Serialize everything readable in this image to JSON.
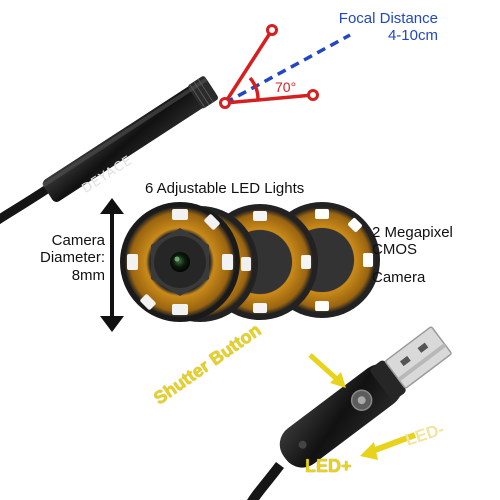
{
  "labels": {
    "focal_distance": "Focal Distance",
    "focal_range": "4-10cm",
    "view_angle": "70°",
    "brand": "DEYACE",
    "led_lights": "6 Adjustable LED Lights",
    "diameter_line1": "Camera",
    "diameter_line2": "Diameter:",
    "diameter_line3": "8mm",
    "sensor_line1": "2 Megapixel",
    "sensor_line2": "CMOS",
    "sensor_line3": "Camera",
    "shutter_button": "Shutter Button",
    "led_plus": "LED+",
    "led_minus": "LED-"
  },
  "colors": {
    "focal_text": "#2146c7",
    "angle_lines": "#d61f1f",
    "led_callout": "#e8d21a",
    "cable": "#151515"
  },
  "icons": [
    "usb-plug-icon",
    "shutter-button-icon",
    "led-ring-icon"
  ]
}
